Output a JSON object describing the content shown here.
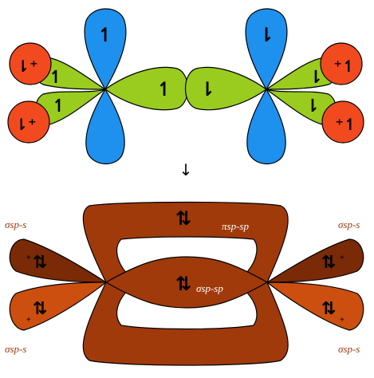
{
  "colors": {
    "blue_lobe": "#1e90ee",
    "green_lobe": "#99cc1f",
    "red_sphere": "#f24a1f",
    "brown_dark": "#7a2a06",
    "brown_mid": "#a03a0a",
    "brown_light": "#cc4f10",
    "label_color": "#9a3a10",
    "outline": "#000000"
  },
  "top": {
    "p_orbital_arrows": [
      "↿",
      "⇂"
    ],
    "sp_arrow_left": "↿",
    "sp_arrow_right": "⇂",
    "h_sphere_left": [
      "⇂⁺",
      "⇂⁺"
    ],
    "h_sphere_right": [
      "⁺↿",
      "⁺↿"
    ],
    "sp_s_left_arrows": [
      "↿",
      "↿"
    ],
    "sp_s_right_arrows": [
      "⇂",
      "⇂"
    ]
  },
  "transition_arrow": "↓",
  "bottom": {
    "pi_label": "πsp-sp",
    "sigma_label": "σsp-sp",
    "sigma_s_labels": [
      "σsp-s",
      "σsp-s",
      "σsp-s",
      "σsp-s"
    ],
    "pair_glyph": "⇅",
    "plus_glyph": "+"
  }
}
